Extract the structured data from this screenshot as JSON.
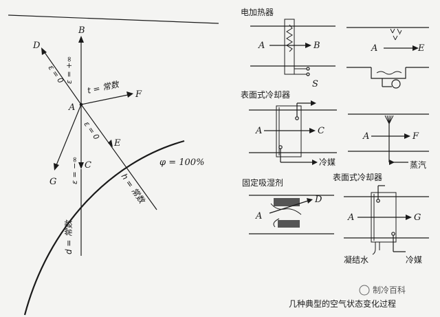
{
  "chart_left": {
    "origin_label": "A",
    "rays": {
      "B": "B",
      "C": "C",
      "D": "D",
      "E": "E",
      "F": "F",
      "G": "G"
    },
    "ray_labels": {
      "t_const": "t = 常数",
      "eps_inf_up": "ε = +∞",
      "eps_inf_down": "ε = −∞",
      "eps_zero_d": "ε = 0",
      "eps_zero_e": "ε = 0",
      "h_const": "h = 常数",
      "d_const": "d = 常数"
    },
    "phi_label": "φ = 100%"
  },
  "right_panel": {
    "heater": {
      "label": "电加热器",
      "in": "A",
      "out": "B",
      "s": "S"
    },
    "humid": {
      "in": "A",
      "out": "E"
    },
    "surface_cooler1": {
      "label": "表面式冷却器",
      "in": "A",
      "out": "C",
      "coolant": "冷媒"
    },
    "steam": {
      "in": "A",
      "out": "F",
      "steam": "蒸汽"
    },
    "desiccant": {
      "label": "固定吸湿剂",
      "in": "A",
      "out": "D"
    },
    "surface_cooler2": {
      "label": "表面式冷却器",
      "in": "A",
      "out": "G",
      "condensate": "凝结水",
      "coolant": "冷媒"
    },
    "caption": "几种典型的空气状态变化过程",
    "watermark": "制冷百科"
  }
}
